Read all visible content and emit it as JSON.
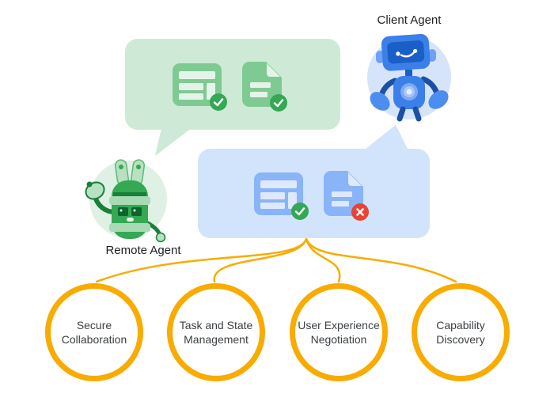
{
  "agents": {
    "client": {
      "label": "Client Agent",
      "color_theme": "#4285F4"
    },
    "remote": {
      "label": "Remote Agent",
      "color_theme": "#34A853"
    }
  },
  "speech_bubbles": {
    "remote_bubble": {
      "owner": "Remote Agent",
      "background": "#CEEAD6",
      "items": [
        {
          "icon": "layout-card-icon",
          "status": "approved",
          "badge": "check"
        },
        {
          "icon": "document-icon",
          "status": "approved",
          "badge": "check"
        }
      ]
    },
    "client_bubble": {
      "owner": "Client Agent",
      "background": "#D2E3FC",
      "items": [
        {
          "icon": "layout-card-icon",
          "status": "approved",
          "badge": "check"
        },
        {
          "icon": "document-icon",
          "status": "rejected",
          "badge": "x"
        }
      ]
    }
  },
  "features": [
    {
      "label": "Secure Collaboration"
    },
    {
      "label": "Task and State Management"
    },
    {
      "label": "User Experience Negotiation"
    },
    {
      "label": "Capability Discovery"
    }
  ],
  "colors": {
    "green_bubble": "#CEEAD6",
    "green_icon": "#7FCA92",
    "blue_bubble": "#D2E3FC",
    "blue_icon": "#8AB4F8",
    "success_badge": "#34A853",
    "error_badge": "#EA4335",
    "connector_yellow": "#F9AB00",
    "label_text": "#202124",
    "feature_text": "#3C4043"
  }
}
